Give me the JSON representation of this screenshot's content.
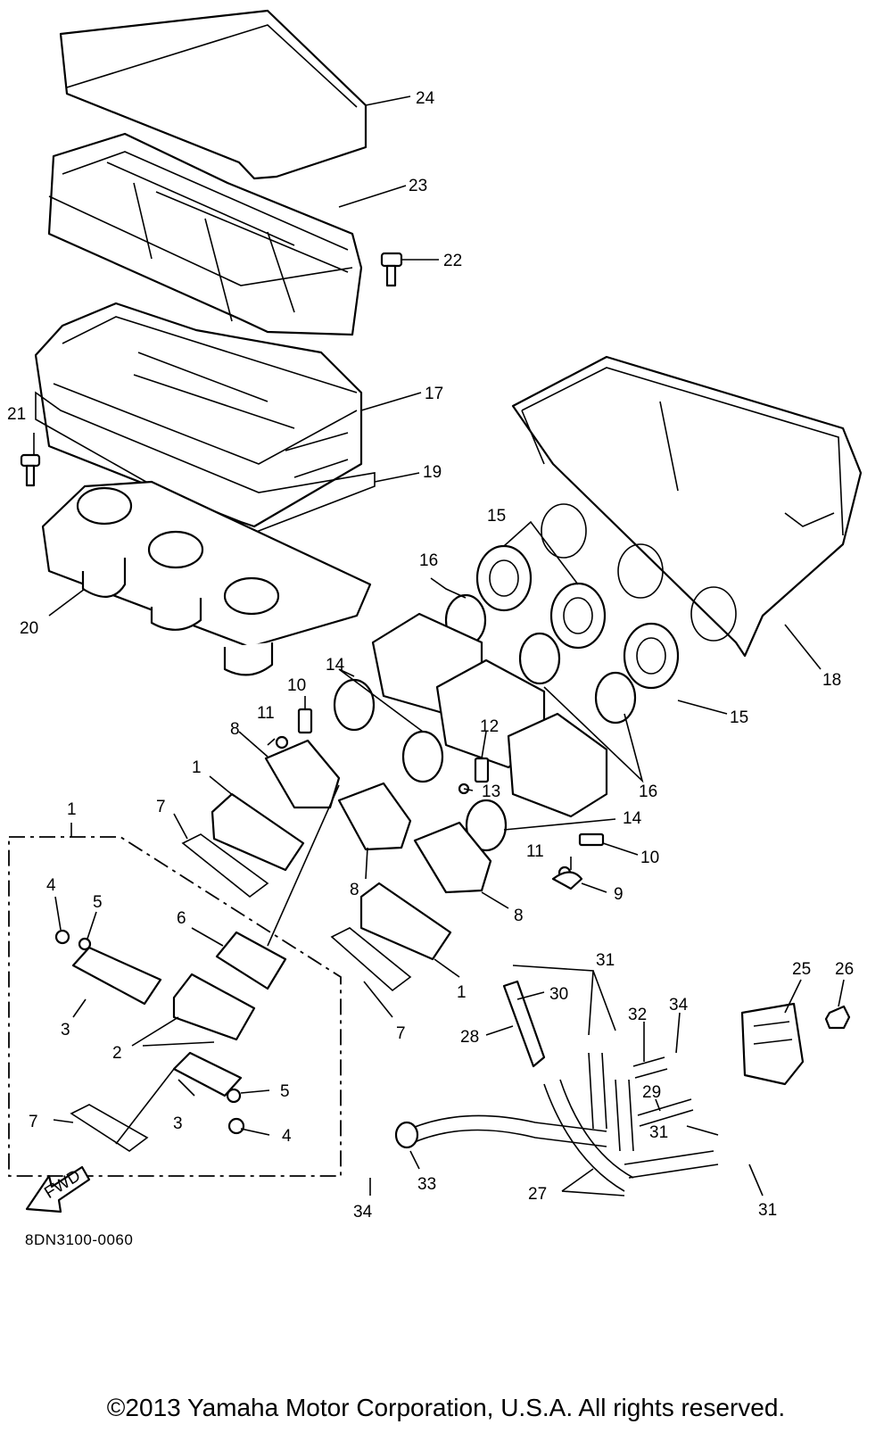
{
  "diagram": {
    "callouts": [
      {
        "id": "c24",
        "text": "24"
      },
      {
        "id": "c23",
        "text": "23"
      },
      {
        "id": "c22",
        "text": "22"
      },
      {
        "id": "c17",
        "text": "17"
      },
      {
        "id": "c21",
        "text": "21"
      },
      {
        "id": "c19",
        "text": "19"
      },
      {
        "id": "c20",
        "text": "20"
      },
      {
        "id": "c18",
        "text": "18"
      },
      {
        "id": "c15a",
        "text": "15"
      },
      {
        "id": "c16a",
        "text": "16"
      },
      {
        "id": "c15b",
        "text": "15"
      },
      {
        "id": "c16b",
        "text": "16"
      },
      {
        "id": "c14a",
        "text": "14"
      },
      {
        "id": "c10a",
        "text": "10"
      },
      {
        "id": "c11a",
        "text": "11"
      },
      {
        "id": "c8a",
        "text": "8"
      },
      {
        "id": "c1a",
        "text": "1"
      },
      {
        "id": "c12",
        "text": "12"
      },
      {
        "id": "c13",
        "text": "13"
      },
      {
        "id": "c7a",
        "text": "7"
      },
      {
        "id": "c14b",
        "text": "14"
      },
      {
        "id": "c1b",
        "text": "1"
      },
      {
        "id": "c11b",
        "text": "11"
      },
      {
        "id": "c10b",
        "text": "10"
      },
      {
        "id": "c8b",
        "text": "8"
      },
      {
        "id": "c9",
        "text": "9"
      },
      {
        "id": "c8c",
        "text": "8"
      },
      {
        "id": "c4a",
        "text": "4"
      },
      {
        "id": "c5a",
        "text": "5"
      },
      {
        "id": "c6",
        "text": "6"
      },
      {
        "id": "c1c",
        "text": "1"
      },
      {
        "id": "c7b",
        "text": "7"
      },
      {
        "id": "c3a",
        "text": "3"
      },
      {
        "id": "c2",
        "text": "2"
      },
      {
        "id": "c3b",
        "text": "3"
      },
      {
        "id": "c5b",
        "text": "5"
      },
      {
        "id": "c4b",
        "text": "4"
      },
      {
        "id": "c7c",
        "text": "7"
      },
      {
        "id": "c31a",
        "text": "31"
      },
      {
        "id": "c30",
        "text": "30"
      },
      {
        "id": "c28",
        "text": "28"
      },
      {
        "id": "c32",
        "text": "32"
      },
      {
        "id": "c34a",
        "text": "34"
      },
      {
        "id": "c25",
        "text": "25"
      },
      {
        "id": "c26",
        "text": "26"
      },
      {
        "id": "c29",
        "text": "29"
      },
      {
        "id": "c31b",
        "text": "31"
      },
      {
        "id": "c33",
        "text": "33"
      },
      {
        "id": "c34b",
        "text": "34"
      },
      {
        "id": "c27",
        "text": "27"
      },
      {
        "id": "c31c",
        "text": "31"
      }
    ],
    "fwd_label": "FWD",
    "drawing_code": "8DN3100-0060"
  },
  "footer": {
    "copyright": "©2013 Yamaha Motor Corporation, U.S.A. All rights reserved."
  }
}
